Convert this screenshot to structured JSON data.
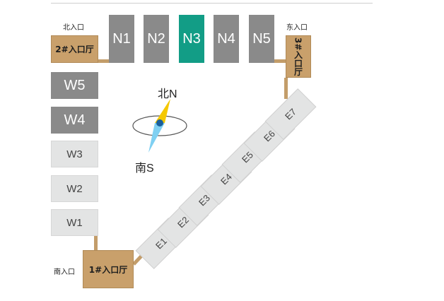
{
  "colors": {
    "hall_dark": "#8a8a8a",
    "hall_active": "#129d86",
    "hall_light": "#e3e4e4",
    "lobby": "#c9a06b",
    "connector": "#c39d6a",
    "compass_north": "#f5c800",
    "compass_south": "#7fd0f2"
  },
  "north_halls": [
    {
      "label": "N1",
      "state": "dark"
    },
    {
      "label": "N2",
      "state": "dark"
    },
    {
      "label": "N3",
      "state": "active"
    },
    {
      "label": "N4",
      "state": "dark"
    },
    {
      "label": "N5",
      "state": "dark"
    }
  ],
  "west_halls": [
    {
      "label": "W5",
      "state": "dark"
    },
    {
      "label": "W4",
      "state": "dark"
    },
    {
      "label": "W3",
      "state": "light"
    },
    {
      "label": "W2",
      "state": "light"
    },
    {
      "label": "W1",
      "state": "light"
    }
  ],
  "east_halls": [
    "E1",
    "E2",
    "E3",
    "E4",
    "E5",
    "E6",
    "E7"
  ],
  "lobbies": {
    "lobby1": "1#入口厅",
    "lobby2": "2#入口厅",
    "lobby3": "3#入口厅"
  },
  "entrances": {
    "north": "北入口",
    "east": "东入口",
    "south": "南入口"
  },
  "compass": {
    "north_label": "北N",
    "south_label": "南S",
    "icon": "compass-icon"
  }
}
